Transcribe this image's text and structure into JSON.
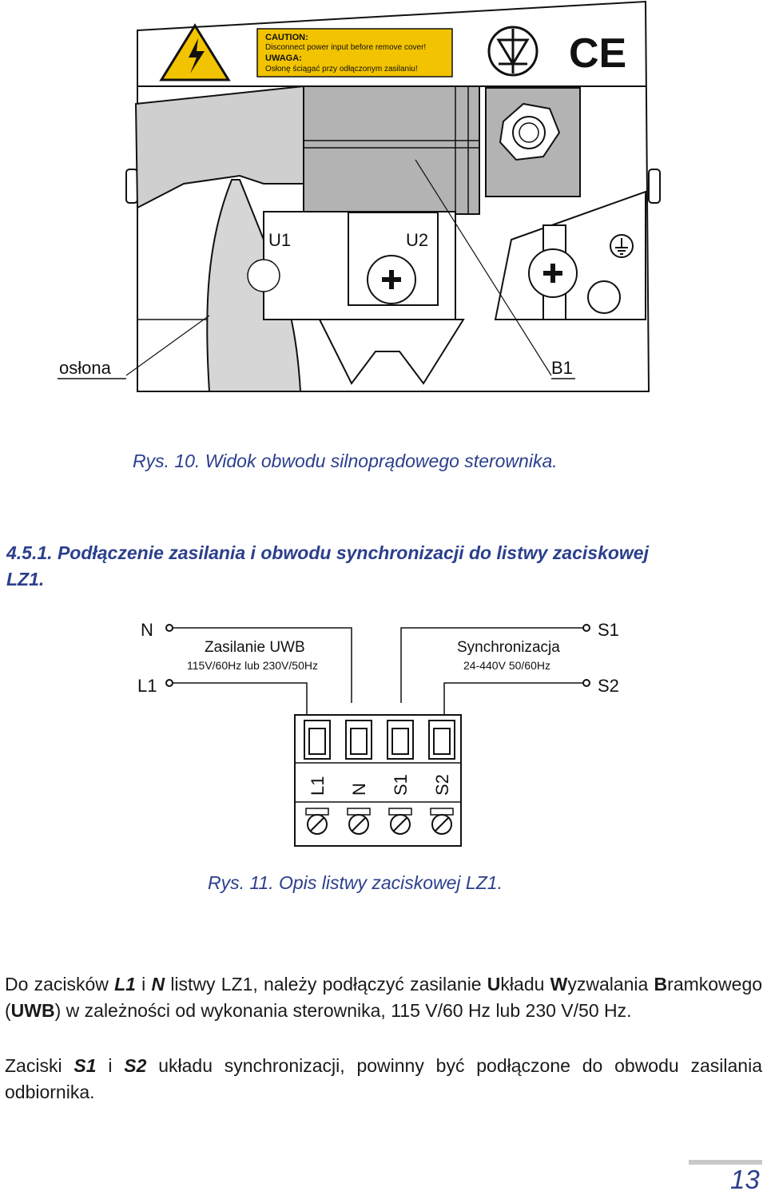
{
  "figure10": {
    "caution_title": "CAUTION:",
    "caution_text": "Disconnect power input before remove cover!",
    "uwaga_title": "UWAGA:",
    "uwaga_text": "Osłonę ściągać przy odłączonym zasilaniu!",
    "ce_mark": "CE",
    "label_u1": "U1",
    "label_u2": "U2",
    "label_oslona": "osłona",
    "label_b1": "B1",
    "caption": "Rys. 10. Widok obwodu silnoprądowego sterownika."
  },
  "section": {
    "number": "4.5.1.",
    "title": "Podłączenie zasilania i obwodu synchronizacji do listwy zaciskowej LZ1."
  },
  "figure11": {
    "label_n": "N",
    "label_l1": "L1",
    "label_s1": "S1",
    "label_s2": "S2",
    "power_title": "Zasilanie UWB",
    "power_spec": "115V/60Hz lub 230V/50Hz",
    "sync_title": "Synchronizacja",
    "sync_spec": "24-440V  50/60Hz",
    "terminals": [
      "L1",
      "N",
      "S1",
      "S2"
    ],
    "caption": "Rys. 11.  Opis listwy zaciskowej LZ1."
  },
  "body": {
    "p1_do": "Do zacisków",
    "p1_l1": "L1",
    "p1_i": "i",
    "p1_n": "N",
    "p1_rest1": "listwy LZ1, należy podłączyć zasilanie",
    "p1_u": "U",
    "p1_uklad": "kładu",
    "p1_w": "W",
    "p1_wyzw": "yzwalania",
    "p1_b": "B",
    "p1_bramk": "ramkowego (",
    "p1_uwb": "UWB",
    "p1_rest2": ") w zależności od wykonania sterownika, 115 V/60 Hz lub 230 V/50 Hz.",
    "p2_zac": "Zaciski",
    "p2_s1": "S1",
    "p2_i": "i",
    "p2_s2": "S2",
    "p2_rest": "układu synchronizacji, powinny być podłączone do obwodu zasilania odbiornika."
  },
  "page_number": "13"
}
